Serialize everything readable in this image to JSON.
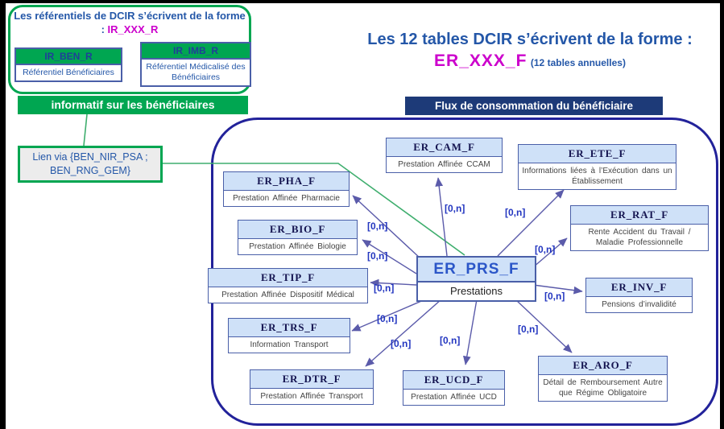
{
  "ref_panel": {
    "title_text": "Les référentiels de DCIR s’écrivent de la forme : ",
    "title_code": "IR_XXX_R",
    "tables": [
      {
        "name": "IR_BEN_R",
        "desc": "Référentiel Bénéficiaires"
      },
      {
        "name": "IR_IMB_R",
        "desc": "Référentiel Médicalisé des Bénéficiaires"
      }
    ],
    "banner": "informatif sur les bénéficiaires"
  },
  "link_note": "Lien via {BEN_NIR_PSA  ; BEN_RNG_GEM}",
  "main_title": {
    "line1": "Les 12 tables DCIR s’écrivent de la forme :",
    "code": "ER_XXX_F",
    "suffix": "(12 tables annuelles)"
  },
  "flux_banner": "Flux de consommation du bénéficiaire",
  "center_table": {
    "name": "ER_PRS_F",
    "desc": "Prestations"
  },
  "tables": [
    {
      "name": "ER_CAM_F",
      "desc": "Prestation Affinée CCAM"
    },
    {
      "name": "ER_ETE_F",
      "desc": "Informations liées à l’Exécution dans un Établissement"
    },
    {
      "name": "ER_PHA_F",
      "desc": "Prestation Affinée Pharmacie"
    },
    {
      "name": "ER_BIO_F",
      "desc": "Prestation Affinée Biologie"
    },
    {
      "name": "ER_RAT_F",
      "desc": "Rente Accident du Travail / Maladie Professionnelle"
    },
    {
      "name": "ER_TIP_F",
      "desc": "Prestation Affinée Dispositif Médical"
    },
    {
      "name": "ER_INV_F",
      "desc": "Pensions d’invalidité"
    },
    {
      "name": "ER_TRS_F",
      "desc": "Information Transport"
    },
    {
      "name": "ER_DTR_F",
      "desc": "Prestation Affinée Transport"
    },
    {
      "name": "ER_UCD_F",
      "desc": "Prestation Affinée UCD"
    },
    {
      "name": "ER_ARO_F",
      "desc": "Détail de Remboursement Autre que Régime Obligatoire"
    }
  ],
  "cardinality": "[0,n]",
  "colors": {
    "green": "#00a651",
    "magenta": "#cc00cc",
    "blue_text": "#2457a8",
    "navy_banner": "#1d3a78",
    "container_outline": "#22229a",
    "box_border": "#4a5fa8",
    "box_header_bg": "#cfe1f8",
    "arrow": "#5b5baa",
    "frame": "#000000"
  }
}
